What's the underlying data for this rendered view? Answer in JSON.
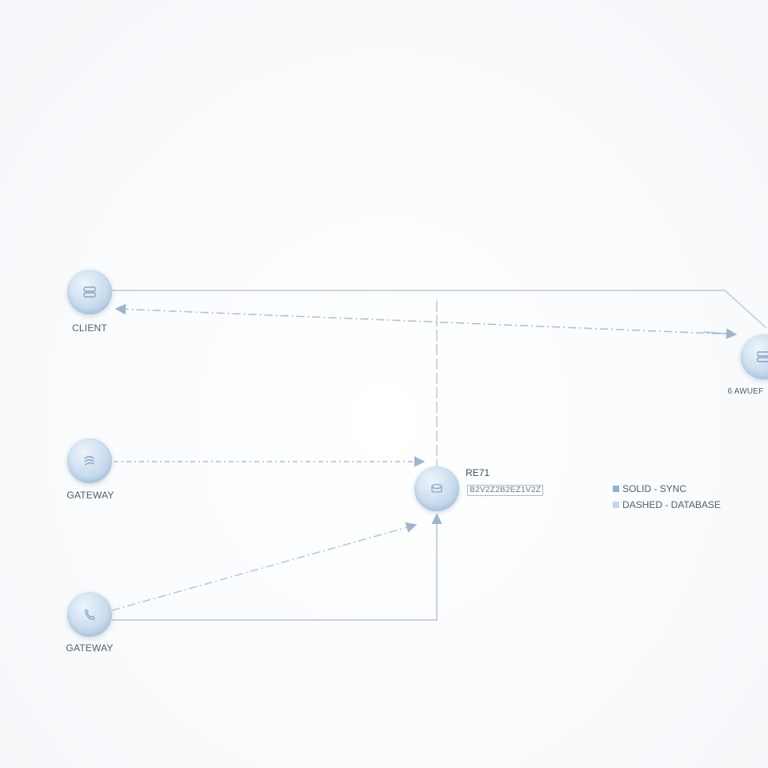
{
  "nodes": {
    "client": {
      "label": "CLIENT",
      "icon": "server-icon"
    },
    "gateway_top": {
      "label": "GATEWAY",
      "icon": "swirl-icon"
    },
    "gateway_bottom": {
      "label": "GATEWAY",
      "icon": "phone-icon"
    },
    "ref": {
      "label": "RE71",
      "sublabel": "B2V2Z2B2EZ1V2Z",
      "icon": "stack-icon"
    },
    "right": {
      "label": "6 AWUEF",
      "icon": "server-icon"
    }
  },
  "legend": {
    "items": [
      {
        "label": "SOLID  -  SYNC",
        "color": "#8fb1d3"
      },
      {
        "label": "DASHED  -  DATABASE",
        "color": "#c3d7ea"
      }
    ]
  },
  "colors": {
    "solid_edge": "#b7c3cf",
    "dashed_edge": "#a9bfd8",
    "arrow": "#9fb5ce"
  }
}
